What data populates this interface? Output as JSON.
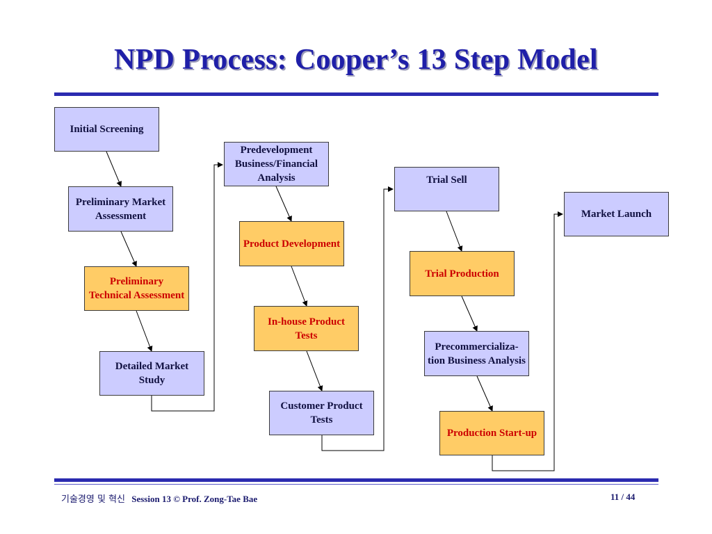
{
  "title": "NPD Process: Cooper’s 13 Step Model",
  "steps": {
    "initial_screening": "Initial Screening",
    "preliminary_market": "Preliminary Market Assessment",
    "preliminary_technical": "Preliminary Technical Assessment",
    "detailed_market": "Detailed Market Study",
    "predevelopment": "Predevelopment Business/Financial Analysis",
    "product_development": "Product Development",
    "inhouse_tests": "In-house Product Tests",
    "customer_tests": "Customer Product Tests",
    "trial_sell": "Trial Sell",
    "trial_production": "Trial Production",
    "precommercialization": "Precommercializa-tion Business Analysis",
    "production_startup": "Production Start-up",
    "market_launch": "Market Launch"
  },
  "colors": {
    "title": "#1f1fa8",
    "rule": "#2b2bb0",
    "box_blue": "#ccccff",
    "box_orange": "#ffcc66",
    "orange_text": "#cc0000"
  },
  "footer": {
    "course": "기술경영 및 혁신",
    "session": "Session 13  © Prof. Zong-Tae Bae",
    "page": "11 / 44"
  }
}
